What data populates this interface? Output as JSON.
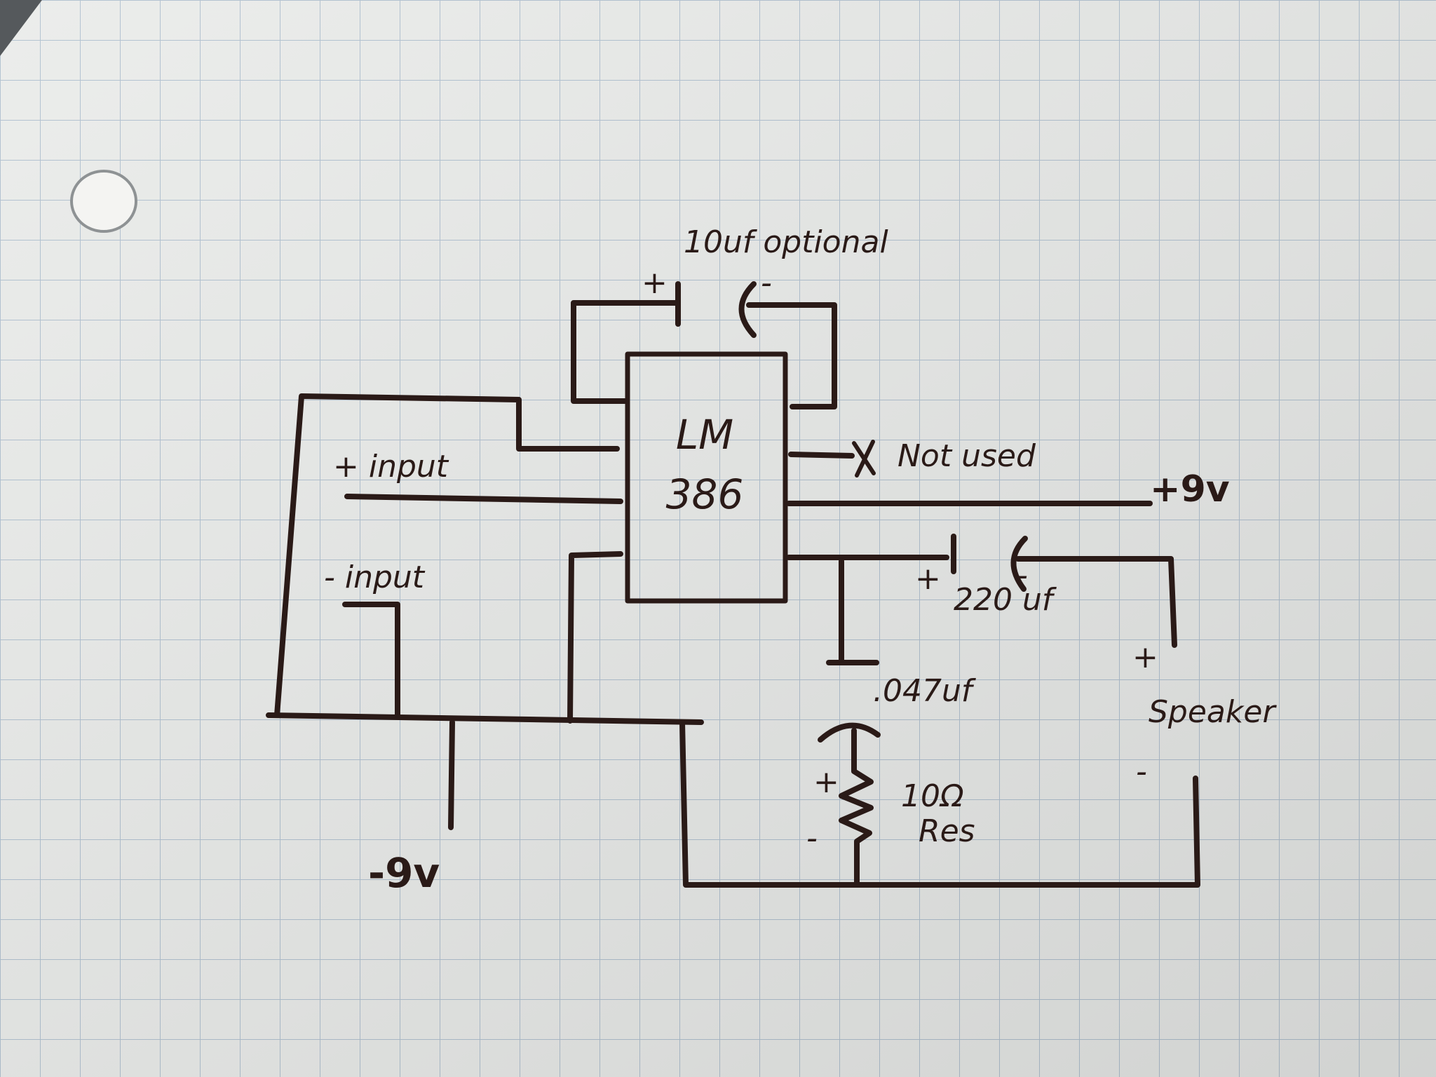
{
  "diagram": {
    "chip": {
      "line1": "LM",
      "line2": "386"
    },
    "labels": {
      "cap_top": "10uf optional",
      "cap_top_plus": "+",
      "cap_top_minus": "-",
      "plus_input": "+ input",
      "minus_input": "- input",
      "not_used_mark": "X",
      "not_used": "Not used",
      "plus_9v": "+9v",
      "minus_9v": "-9v",
      "cap_out_plus": "+",
      "cap_out_minus": "-",
      "cap_out": "220 uf",
      "cap_small": ".047uf",
      "res_plus": "+",
      "res_minus": "-",
      "res_value": "10Ω",
      "res_label": "Res",
      "spk_plus": "+",
      "spk_label": "Speaker",
      "spk_minus": "-"
    },
    "colors": {
      "paper": "#e9ebe9",
      "grid": "#9fb3c8",
      "ink": "#2a1a17"
    }
  }
}
